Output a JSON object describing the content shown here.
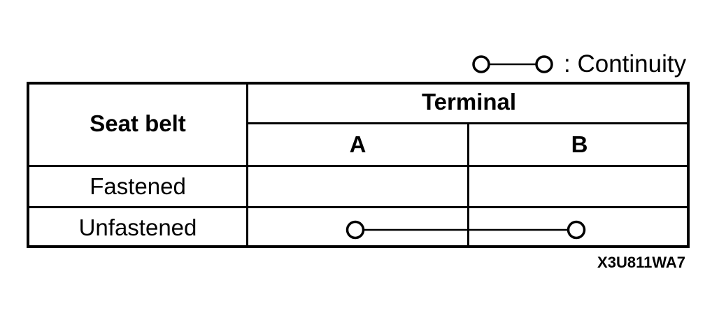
{
  "legend": {
    "symbol": "continuity-symbol",
    "label": ": Continuity"
  },
  "table": {
    "row_header": "Seat belt",
    "group_header": "Terminal",
    "columns": [
      "A",
      "B"
    ],
    "rows": [
      {
        "label": "Fastened",
        "continuity": false
      },
      {
        "label": "Unfastened",
        "continuity": true
      }
    ]
  },
  "figure_code": "X3U811WA7"
}
